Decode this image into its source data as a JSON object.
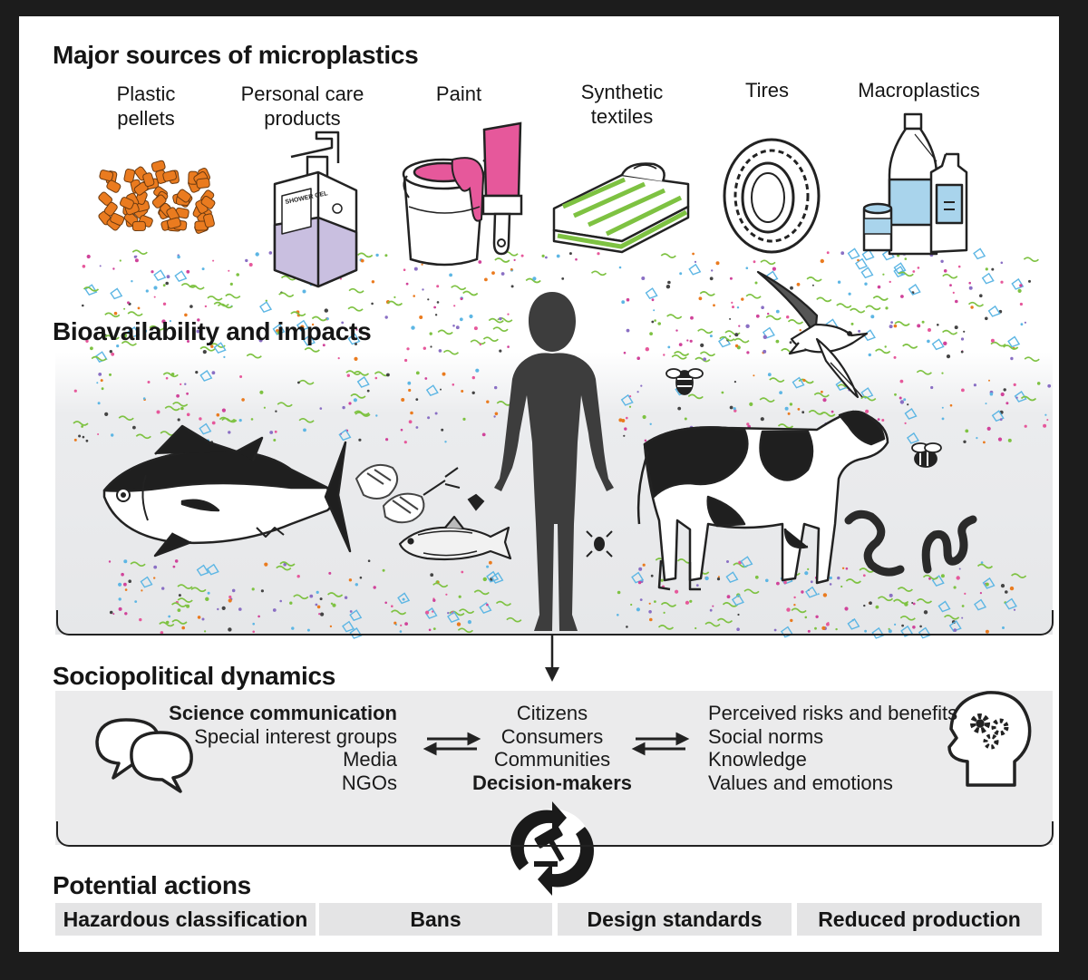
{
  "sections": {
    "sources_title": "Major sources of microplastics",
    "bioavailability_title": "Bioavailability and impacts",
    "sociopolitical_title": "Sociopolitical dynamics",
    "actions_title": "Potential actions"
  },
  "sources": [
    {
      "label": "Plastic\npellets",
      "icon": "plastic-pellets-icon"
    },
    {
      "label": "Personal care\nproducts",
      "icon": "soap-dispenser-icon"
    },
    {
      "label": "Paint",
      "icon": "paint-bucket-icon"
    },
    {
      "label": "Synthetic\ntextiles",
      "icon": "folded-shirt-icon"
    },
    {
      "label": "Tires",
      "icon": "tire-icon"
    },
    {
      "label": "Macroplastics",
      "icon": "plastic-bottles-icon"
    }
  ],
  "dispenser_label": "SHOWER GEL",
  "organisms": [
    "tuna-icon",
    "shrimp-icon",
    "cod-icon",
    "human-silhouette-icon",
    "cow-icon",
    "seagull-icon",
    "bee-icon",
    "earthworm-icon"
  ],
  "sociopolitical": {
    "left": [
      "Science communication",
      "Special interest groups",
      "Media",
      "NGOs"
    ],
    "center": [
      "Citizens",
      "Consumers",
      "Communities",
      "Decision-makers"
    ],
    "right": [
      "Perceived risks and benefits",
      "Social norms",
      "Knowledge",
      "Values and emotions"
    ]
  },
  "actions": [
    "Hazardous classification",
    "Bans",
    "Design standards",
    "Reduced production"
  ],
  "colors": {
    "pellet_orange": "#ea7b1f",
    "paint_pink": "#e6589b",
    "soap_lavender": "#c9bfe0",
    "stripe_green": "#7ec242",
    "bottle_blue": "#a9d4ec",
    "fragment_blue": "#5db6e4",
    "box_gray": "#e4e4e5"
  }
}
